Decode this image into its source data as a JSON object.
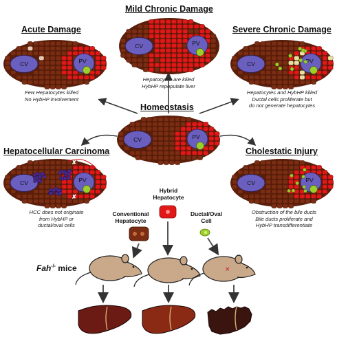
{
  "panels": {
    "mild": {
      "title": "Mild Chronic Damage",
      "caption": [
        "Hepatocytes are killed",
        "HybHP repopulate liver"
      ]
    },
    "acute": {
      "title": "Acute Damage",
      "caption": [
        "Few Hepatocytes killed",
        "No HybHP involvement"
      ]
    },
    "severe": {
      "title": "Severe Chronic Damage",
      "caption": [
        "Hepatocytes and HybHP killed",
        "Ductal cells proliferate but",
        "do not generate hepatocytes"
      ]
    },
    "homeostasis": {
      "title": "Homeostasis"
    },
    "hcc": {
      "title": "Hepatocellular Carcinoma",
      "caption": [
        "HCC does not originate",
        "from HybHP or",
        "ductal/oval cells"
      ]
    },
    "cholestatic": {
      "title": "Cholestatic Injury",
      "caption": [
        "Obstruction of the bile ducts",
        "Bile ducts proliferate and",
        "HybHP transdifferentiate"
      ]
    }
  },
  "vessels": {
    "cv": "CV",
    "pv": "PV"
  },
  "cells": {
    "hybrid": [
      "Hybrid",
      "Hepatocyte"
    ],
    "conventional": [
      "Conventional",
      "Hepatocyte"
    ],
    "ductal": [
      "Ductal/Oval",
      "Cell"
    ]
  },
  "mice_label": {
    "text": "Fah",
    "superscript": "-/-",
    "suffix": " mice"
  },
  "colors": {
    "hepatocyte": "#7a2d12",
    "hybrid_hepatocyte": "#e01818",
    "ductal_cell": "#9ccf2a",
    "central_vein": "#6a5fbf",
    "hcc_cell": "#4a2a8a",
    "mouse": "#c9a98a",
    "liver_conventional": "#6b1a14",
    "liver_hybrid": "#8a2a14",
    "liver_ductal": "#3a1510"
  },
  "icons": [
    "liver-section",
    "central-vein",
    "portal-vein",
    "arrow",
    "mouse",
    "liver-organ"
  ]
}
